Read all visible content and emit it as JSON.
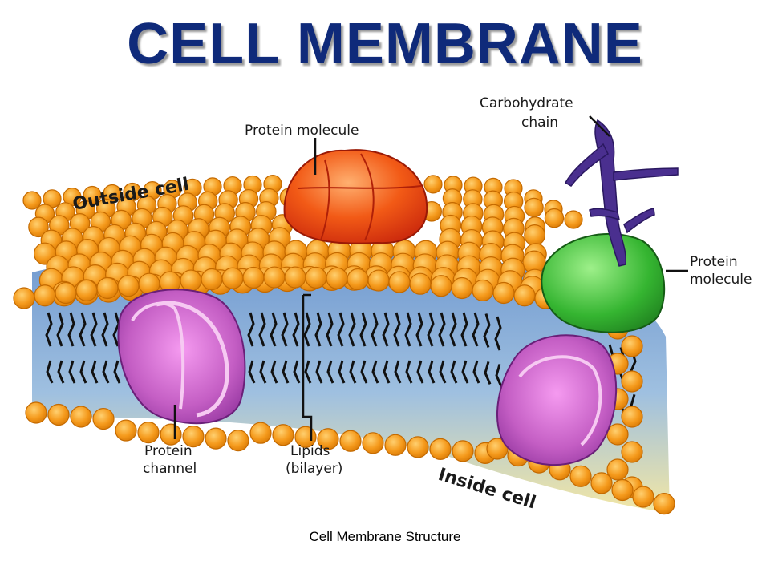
{
  "slide": {
    "title": "CELL MEMBRANE",
    "footer": "Cell Membrane Structure"
  },
  "diagram": {
    "labels": {
      "protein_molecule_top": "Protein molecule",
      "carbohydrate_line1": "Carbohydrate",
      "carbohydrate_line2": "chain",
      "outside_cell": "Outside cell",
      "protein_molecule_right_line1": "Protein",
      "protein_molecule_right_line2": "molecule",
      "protein_channel_line1": "Protein",
      "protein_channel_line2": "channel",
      "lipids_line1": "Lipids",
      "lipids_line2": "(bilayer)",
      "inside_cell": "Inside cell"
    },
    "colors": {
      "lipid_head": "#f5a020",
      "lipid_head_edge": "#c46a00",
      "bilayer_fill_top": "#7fa6d6",
      "bilayer_fill_bottom": "#f2e6a0",
      "protein_top": "#ef4a14",
      "protein_right": "#3cb83c",
      "protein_channel": "#b24fb6",
      "carbohydrate": "#4a2f8f"
    }
  }
}
